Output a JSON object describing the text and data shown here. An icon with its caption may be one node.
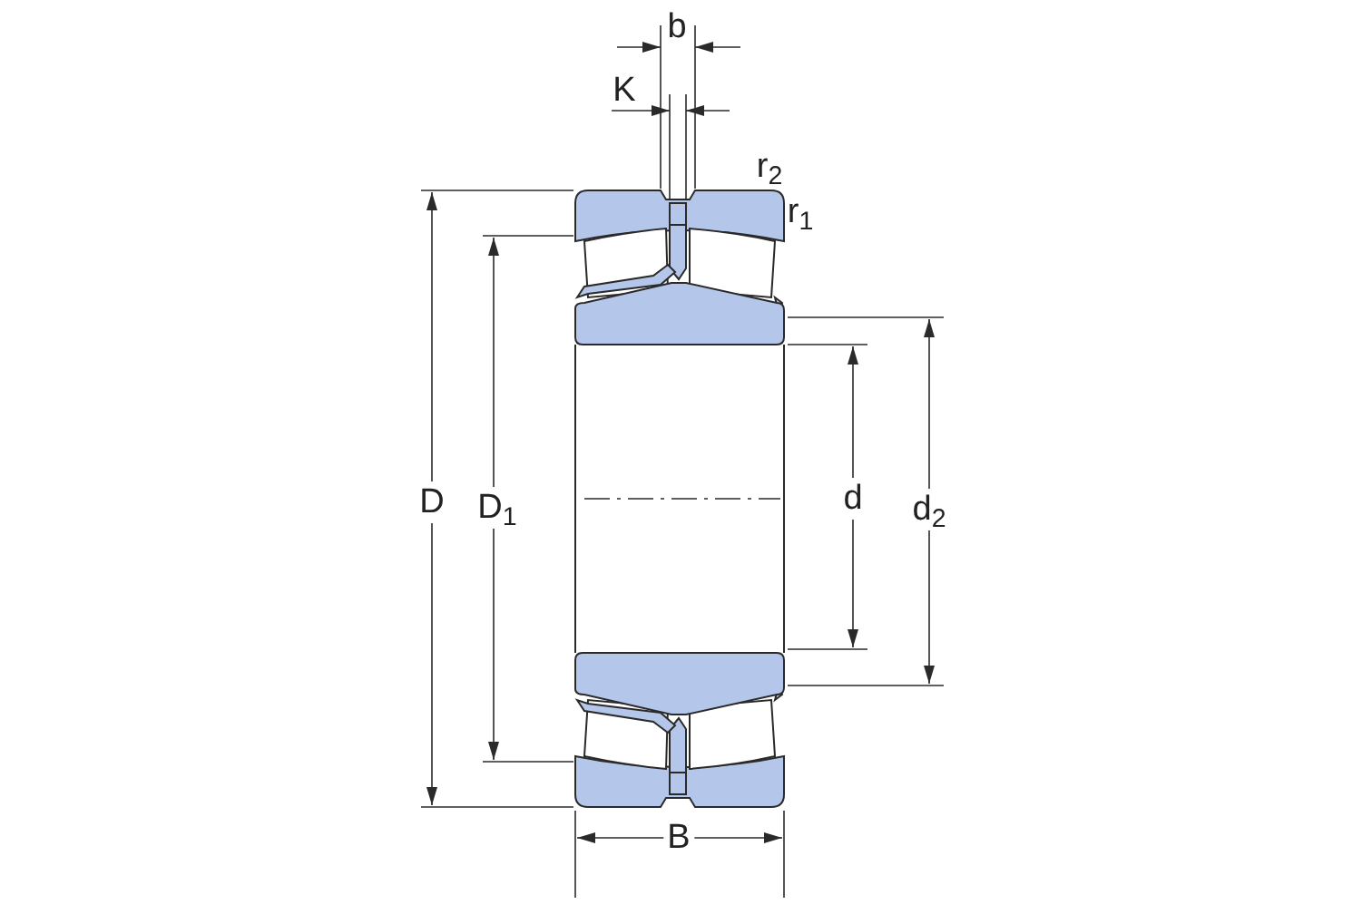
{
  "diagram": {
    "labels": [
      "b",
      "K",
      "r$_{2}$",
      "r$_{1}$",
      "D",
      "D$_{1}$",
      "d",
      "d$_{2}$",
      "B"
    ]
  }
}
